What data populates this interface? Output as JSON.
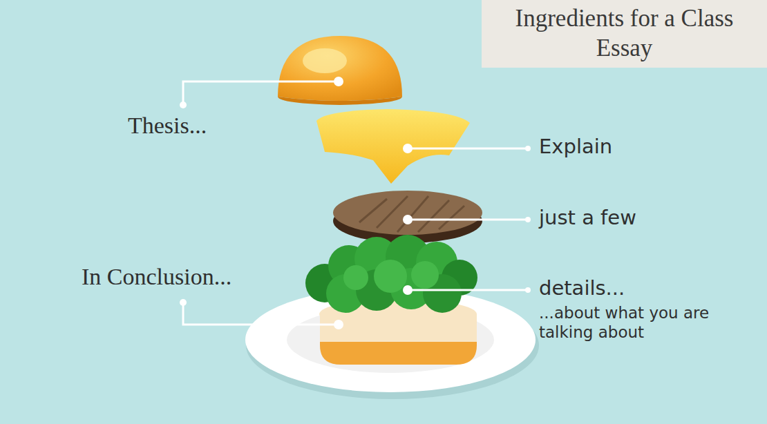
{
  "diagram": {
    "title": "Ingredients for a Class Essay",
    "labels": [
      "Thesis...",
      "Explain",
      "just a few",
      "In Conclusion...",
      "details...",
      "...about what you are talking about"
    ]
  }
}
